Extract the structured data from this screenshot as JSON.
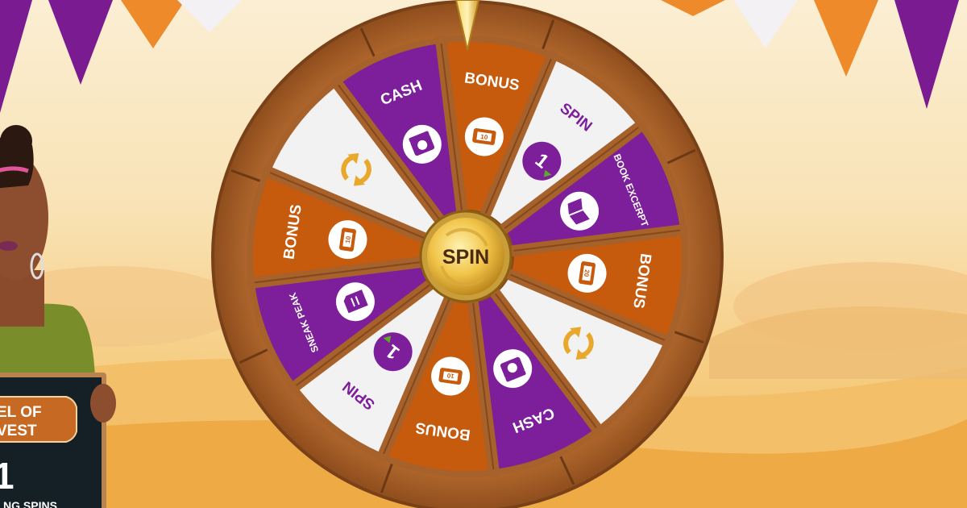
{
  "hub": {
    "label": "SPIN"
  },
  "wheel": {
    "segments": [
      {
        "label": "BONUS",
        "kind": "bonus",
        "icon": "ticket-10-icon",
        "icon_text": "10"
      },
      {
        "label": "SPIN",
        "kind": "spin",
        "icon": "spin-one-icon",
        "icon_text": "1"
      },
      {
        "label": "BOOK EXCERPT",
        "kind": "book",
        "icon": "book-icon",
        "icon_text": ""
      },
      {
        "label": "BONUS",
        "kind": "bonus",
        "icon": "ticket-20-icon",
        "icon_text": "20"
      },
      {
        "label": "",
        "kind": "respin",
        "icon": "refresh-icon",
        "icon_text": ""
      },
      {
        "label": "CASH",
        "kind": "cash",
        "icon": "cash-icon",
        "icon_text": ""
      },
      {
        "label": "BONUS",
        "kind": "bonus",
        "icon": "ticket-10-icon",
        "icon_text": "10"
      },
      {
        "label": "SPIN",
        "kind": "spin",
        "icon": "spin-one-icon",
        "icon_text": "1"
      },
      {
        "label": "SNEAK PEAK",
        "kind": "sneak",
        "icon": "page-icon",
        "icon_text": ""
      },
      {
        "label": "BONUS",
        "kind": "bonus",
        "icon": "ticket-10-icon",
        "icon_text": "10"
      },
      {
        "label": "",
        "kind": "respin",
        "icon": "refresh-icon",
        "icon_text": ""
      },
      {
        "label": "CASH",
        "kind": "cash",
        "icon": "cash-icon",
        "icon_text": ""
      }
    ]
  },
  "sign": {
    "title_line1": "EL OF",
    "title_line2": "VEST",
    "number": "1",
    "caption": "NG SPINS"
  },
  "colors": {
    "purple": "#7d1f9a",
    "orange": "#c65a0d",
    "white": "#f2f2f2",
    "wood": "#a7612a",
    "wood_dark": "#6b3a15",
    "gold": "#e7b02c",
    "bunting_purple": "#7a1b91",
    "bunting_orange": "#ef8a2a",
    "bunting_white": "#f3f1f3"
  }
}
